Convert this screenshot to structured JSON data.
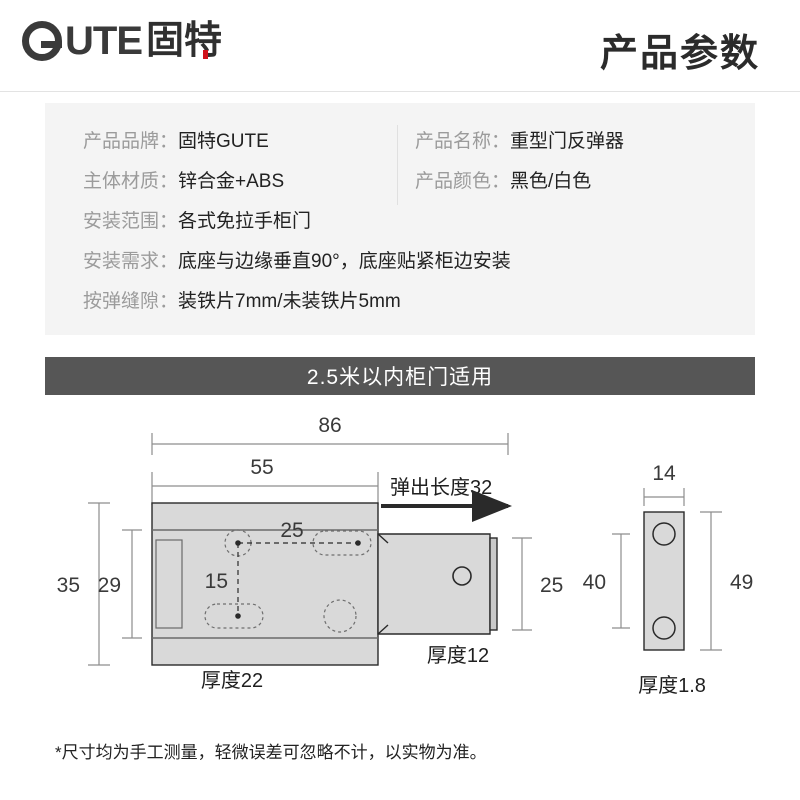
{
  "brand": {
    "logo_text_latin": "UTE",
    "logo_text_cn": "固特",
    "logo_icon": "gute-circle-g-logo"
  },
  "header": {
    "title": "产品参数"
  },
  "spec": {
    "rows": [
      {
        "left_label": "产品品牌：",
        "left_value": "固特GUTE",
        "right_label": "产品名称：",
        "right_value": "重型门反弹器"
      },
      {
        "left_label": "主体材质：",
        "left_value": "锌合金+ABS",
        "right_label": "产品颜色：",
        "right_value": "黑色/白色"
      }
    ],
    "full_rows": [
      {
        "label": "安装范围：",
        "value": "各式免拉手柜门"
      },
      {
        "label": "安装需求：",
        "value": "底座与边缘垂直90°，底座贴紧柜边安装"
      },
      {
        "label": "按弹缝隙：",
        "value": "装铁片7mm/未装铁片5mm"
      }
    ]
  },
  "banner": {
    "text": "2.5米以内柜门适用",
    "background": "#565656"
  },
  "drawing": {
    "dimensions": {
      "overall_length": "86",
      "body_length": "55",
      "eject_length": "弹出长度32",
      "hole_spacing_horizontal": "25",
      "hole_spacing_vertical": "15",
      "overall_height": "35",
      "body_height": "29",
      "arm_height": "25",
      "body_thickness": "厚度22",
      "arm_thickness": "厚度12",
      "plate_width": "14",
      "plate_hole_span": "40",
      "plate_height": "49",
      "plate_thickness": "厚度1.8"
    },
    "parts": [
      {
        "name": "body",
        "label": "厚度22"
      },
      {
        "name": "plunger-arm",
        "label": "厚度12"
      },
      {
        "name": "strike-plate",
        "label": "厚度1.8"
      }
    ]
  },
  "footnote": {
    "text": "*尺寸均为手工测量，轻微误差可忽略不计，以实物为准。"
  }
}
